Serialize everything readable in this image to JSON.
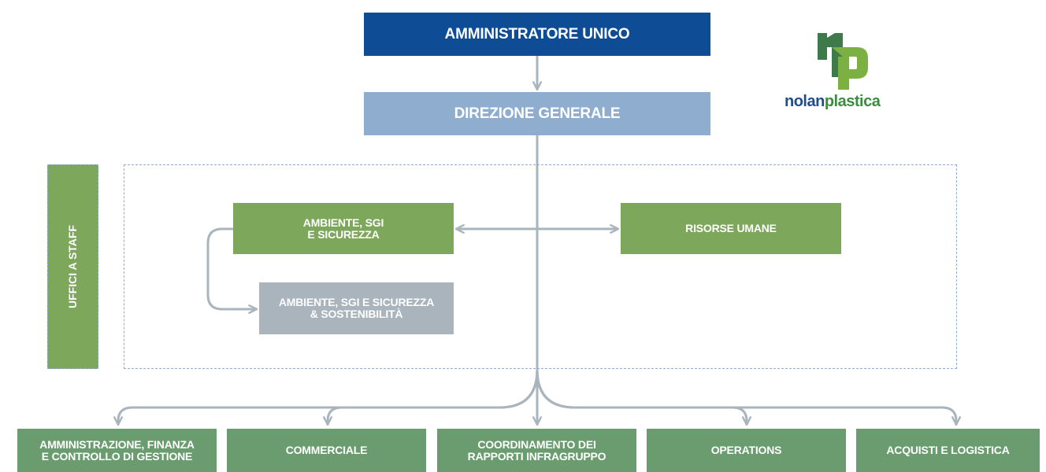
{
  "top": {
    "label": "AMMINISTRATORE UNICO"
  },
  "direzione": {
    "label": "DIREZIONE GENERALE"
  },
  "staff": {
    "label": "UFFICI A STAFF",
    "ambiente": "AMBIENTE, SGI\nE SICUREZZA",
    "risorse": "RISORSE UMANE",
    "sostenibilita": "AMBIENTE, SGI E SICUREZZA\n& SOSTENIBILITÀ"
  },
  "departments": [
    "AMMINISTRAZIONE, FINANZA\nE CONTROLLO DI GESTIONE",
    "COMMERCIALE",
    "COORDINAMENTO DEI\nRAPPORTI INFRAGRUPPO",
    "OPERATIONS",
    "ACQUISTI E LOGISTICA"
  ],
  "logo": {
    "part1": "nolan",
    "part2": "plastica"
  },
  "colors": {
    "navy": "#0E4D96",
    "light_blue": "#8FADCF",
    "green": "#7DA75B",
    "dept_green": "#6A9C6F",
    "gray": "#A9B4BD",
    "connector": "#A9B4BD"
  }
}
